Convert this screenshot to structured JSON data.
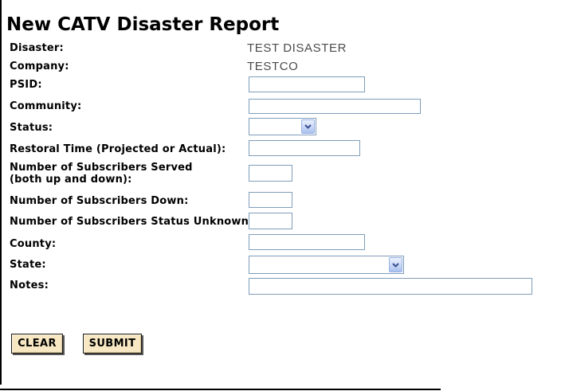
{
  "page": {
    "title": "New CATV Disaster Report"
  },
  "colors": {
    "input_border": "#7f9db9",
    "button_background": "#f7e8c3",
    "select_arrow": "#394f8d",
    "static_value_text": "#4b4b4b",
    "frame_border": "#000000"
  },
  "form": {
    "fields": [
      {
        "label": "Disaster:",
        "type": "static",
        "value": "TEST DISASTER"
      },
      {
        "label": "Company:",
        "type": "static",
        "value": "TESTCO"
      },
      {
        "label": "PSID:",
        "type": "text",
        "value": ""
      },
      {
        "label": "Community:",
        "type": "text",
        "value": ""
      },
      {
        "label": "Status:",
        "type": "select",
        "value": ""
      },
      {
        "label": "Restoral Time (Projected or Actual):",
        "type": "text",
        "value": ""
      },
      {
        "label_line1": "Number of Subscribers Served",
        "label_line2": "(both up and down):",
        "type": "text",
        "value": ""
      },
      {
        "label": "Number of Subscribers Down:",
        "type": "text",
        "value": ""
      },
      {
        "label": "Number of Subscribers Status Unknown:",
        "type": "text",
        "value": ""
      },
      {
        "label": "County:",
        "type": "text",
        "value": ""
      },
      {
        "label": "State:",
        "type": "select",
        "value": ""
      },
      {
        "label": "Notes:",
        "type": "text",
        "value": ""
      }
    ],
    "buttons": {
      "clear": "CLEAR",
      "submit": "SUBMIT"
    }
  }
}
